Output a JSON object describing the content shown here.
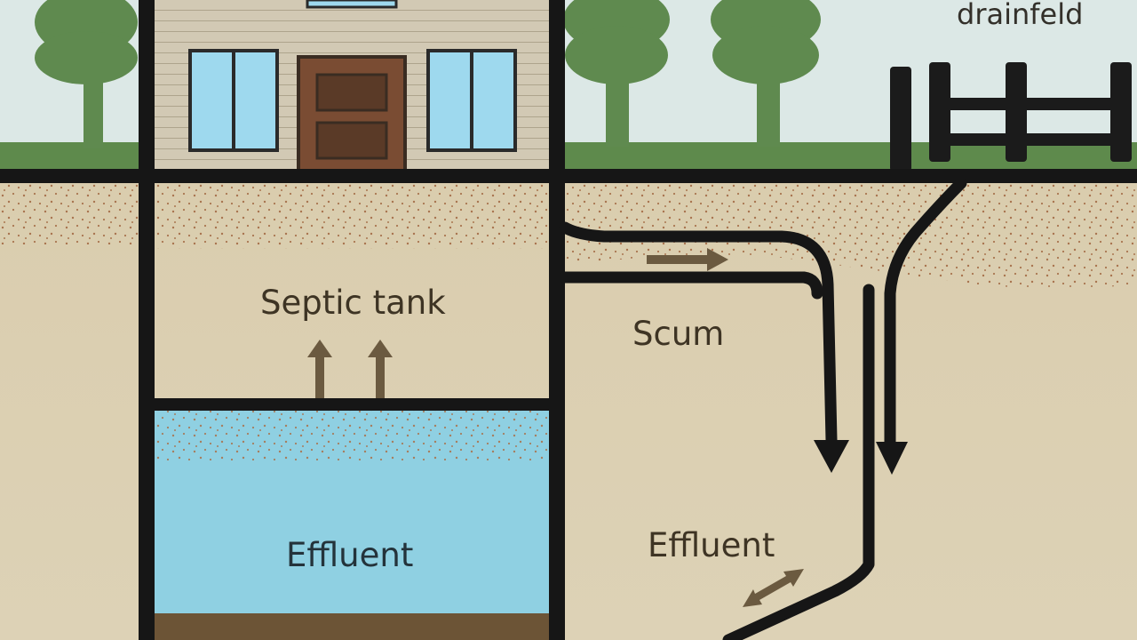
{
  "labels": {
    "drainfield": "drainfeld",
    "septic_tank": "Septic tank",
    "scum": "Scum",
    "effluent_tank": "Effluent",
    "effluent_drain": "Effluent"
  },
  "colors": {
    "sky": "#dce8e6",
    "grass": "#5e8a4c",
    "soil": "#d9ccad",
    "topsoil": "#e1d3b3",
    "soil_dots": "#a8744f",
    "water": "#8fd0e2",
    "sludge": "#6c5436",
    "pipe": "#161616",
    "arrow": "#6b5a40",
    "house_siding": "#d2c9b4",
    "window_glass": "#9ed9ee",
    "door": "#7a4c33",
    "tree_foliage": "#5f8a4f",
    "fence": "#1b1b1b"
  },
  "icons": {
    "trees": [
      "tree-icon",
      "tree-icon",
      "tree-icon"
    ],
    "house": "house-icon",
    "fence": "fence-icon"
  }
}
